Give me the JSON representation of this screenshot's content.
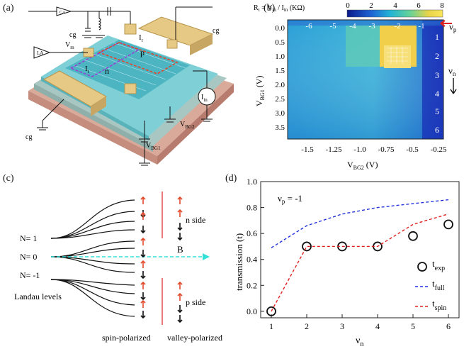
{
  "panels": {
    "a": "(a)",
    "b": "(b)",
    "c": "(c)",
    "d": "(d)"
  },
  "device": {
    "ca": "CA",
    "la": "LA",
    "vm": "V",
    "vm_sub": "m",
    "cg1": "cg",
    "cg2": "cg",
    "cg3": "cg",
    "it1": "I",
    "it1_sub": "r",
    "it2": "I",
    "it2_sub": "t",
    "p": "p",
    "n": "n",
    "iin": "I",
    "iin_sub": "in",
    "vbg1": "V",
    "vbg1_sub": "BG1",
    "vbg2": "V",
    "vbg2_sub": "BG2"
  },
  "map": {
    "title_parts": [
      "R",
      "t",
      " = V",
      "m",
      " / I",
      "in",
      " (KΩ)"
    ],
    "colorbar_ticks": [
      "0",
      "2",
      "4",
      "6",
      "8"
    ],
    "top_ticks": [
      "-6",
      "-5",
      "-4",
      "-3",
      "-2",
      "-1"
    ],
    "right_ticks": [
      "1",
      "2",
      "3",
      "4",
      "5",
      "6"
    ],
    "y_ticks": [
      "0.0",
      "0.5",
      "1.0",
      "1.5",
      "2.0",
      "2.5",
      "3.0",
      "3.5"
    ],
    "x_ticks": [
      "-1.5",
      "-1.25",
      "-1.0",
      "-0.75",
      "-0.5",
      "-0.25"
    ],
    "xlabel": "V",
    "xlabel_sub": "BG2",
    "xlabel_unit": " (V)",
    "ylabel": "V",
    "ylabel_sub": "BG1",
    "ylabel_unit": " (V)",
    "nu_p": "ν",
    "nu_p_sub": "p",
    "nu_n": "ν",
    "nu_n_sub": "n",
    "colors": {
      "low": "#1a2fb8",
      "mid": "#27b6d6",
      "high": "#f5d54c"
    }
  },
  "landau": {
    "n1": "N=  1",
    "n0": "N=  0",
    "nm1": "N= -1",
    "title": "Landau levels",
    "b": "B",
    "n_side": "n side",
    "p_side": "p side",
    "spin": "spin-polarized",
    "valley": "valley-polarized"
  },
  "chart_data": {
    "type": "line",
    "x": [
      1,
      2,
      3,
      4,
      5,
      6
    ],
    "annotation": "ν",
    "annotation_sub": "p",
    "annotation_value": " = -1",
    "xlabel": "ν",
    "xlabel_sub": "n",
    "ylabel": "transmission (t)",
    "xlim": [
      0.7,
      6.3
    ],
    "ylim": [
      -0.05,
      1.0
    ],
    "x_ticks": [
      1,
      2,
      3,
      4,
      5,
      6
    ],
    "y_ticks": [
      0.0,
      0.2,
      0.4,
      0.6,
      0.8,
      1.0
    ],
    "series": [
      {
        "name": "t",
        "name_sub": "exp",
        "kind": "markers",
        "color": "#111111",
        "values": [
          0.0,
          0.5,
          0.5,
          0.5,
          0.58,
          0.67
        ]
      },
      {
        "name": "t",
        "name_sub": "full",
        "kind": "dashed",
        "color": "#2233dd",
        "x": [
          1,
          2,
          3,
          4,
          5,
          6
        ],
        "values": [
          0.49,
          0.66,
          0.75,
          0.8,
          0.83,
          0.86
        ]
      },
      {
        "name": "t",
        "name_sub": "spin",
        "kind": "dashed",
        "color": "#e02020",
        "x": [
          1,
          2,
          3,
          4,
          5,
          6
        ],
        "values": [
          0.0,
          0.5,
          0.5,
          0.5,
          0.67,
          0.75
        ]
      }
    ],
    "legend": "bottom-right"
  }
}
